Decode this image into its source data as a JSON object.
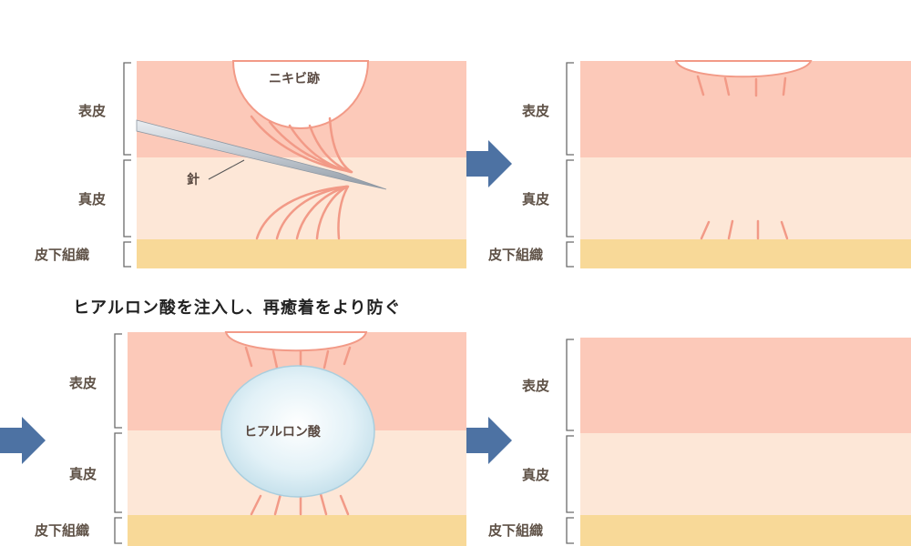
{
  "labels": {
    "epidermis": "表皮",
    "dermis": "真皮",
    "subcutaneous": "皮下組織",
    "scar": "ニキビ跡",
    "needle": "針",
    "hyaluronic_acid": "ヒアルロン酸"
  },
  "headline": "ヒアルロン酸を注入し、再癒着をより防ぐ",
  "colors": {
    "epidermis": "#fcc9b9",
    "dermis": "#fde7d7",
    "subcutaneous": "#f8d998",
    "fiber": "#f29a87",
    "arrow": "#4d72a3",
    "bracket": "#6b6b6b",
    "label_text": "#5f5247",
    "bubble": "#d8ecf4"
  }
}
